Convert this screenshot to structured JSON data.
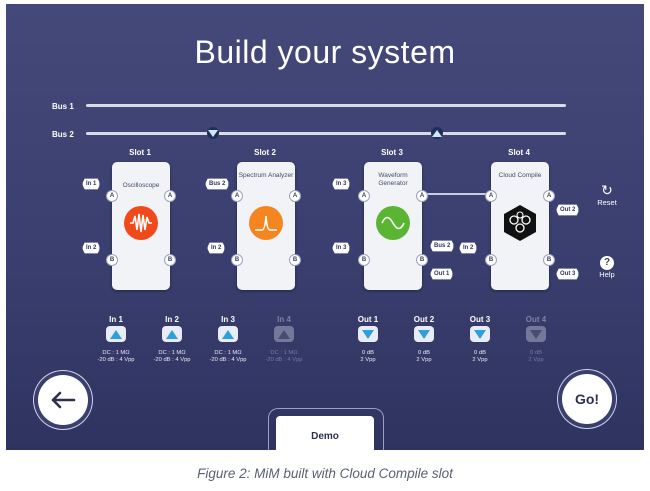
{
  "title": "Build your system",
  "buses": [
    {
      "label": "Bus 1"
    },
    {
      "label": "Bus 2"
    }
  ],
  "slots": [
    {
      "label": "Slot 1",
      "name": "Oscilloscope",
      "icon": "oscilloscope-icon",
      "color": "#f04a1a",
      "tags": [
        "In 1",
        "In 2"
      ],
      "ports": [
        "A",
        "B",
        "A",
        "B"
      ]
    },
    {
      "label": "Slot 2",
      "name": "Spectrum Analyzer",
      "icon": "spectrum-icon",
      "color": "#f5861f",
      "tags": [
        "Bus 2",
        "In 2"
      ],
      "ports": [
        "A",
        "B",
        "A",
        "B"
      ]
    },
    {
      "label": "Slot 3",
      "name": "Waveform Generator",
      "icon": "sine-wave-icon",
      "color": "#5ab534",
      "tags": [
        "In 3",
        "In 3",
        "Bus 2",
        "Out 1"
      ],
      "ports": [
        "A",
        "B",
        "A",
        "B"
      ]
    },
    {
      "label": "Slot 4",
      "name": "Cloud Compile",
      "icon": "cloud-compile-icon",
      "color": "#111111",
      "tags": [
        "In 2",
        "Out 2",
        "Out 3"
      ],
      "ports": [
        "A",
        "B",
        "A",
        "B"
      ]
    }
  ],
  "inputs": [
    {
      "label": "In 1",
      "spec1": "DC : 1 MΩ",
      "spec2": "-20 dB : 4 Vpp",
      "enabled": true
    },
    {
      "label": "In 2",
      "spec1": "DC : 1 MΩ",
      "spec2": "-20 dB : 4 Vpp",
      "enabled": true
    },
    {
      "label": "In 3",
      "spec1": "DC : 1 MΩ",
      "spec2": "-20 dB : 4 Vpp",
      "enabled": true
    },
    {
      "label": "In 4",
      "spec1": "DC : 1 MΩ",
      "spec2": "-20 dB : 4 Vpp",
      "enabled": false
    }
  ],
  "outputs": [
    {
      "label": "Out 1",
      "spec1": "0 dB",
      "spec2": "2 Vpp",
      "enabled": true
    },
    {
      "label": "Out 2",
      "spec1": "0 dB",
      "spec2": "2 Vpp",
      "enabled": true
    },
    {
      "label": "Out 3",
      "spec1": "0 dB",
      "spec2": "2 Vpp",
      "enabled": true
    },
    {
      "label": "Out 4",
      "spec1": "0 dB",
      "spec2": "2 Vpp",
      "enabled": false
    }
  ],
  "side": {
    "reset_label": "Reset",
    "help_label": "Help"
  },
  "nav": {
    "go_label": "Go!",
    "demo_label": "Demo"
  },
  "caption": "Figure 2: MiM built with Cloud Compile slot",
  "colors": {
    "background": "#3f4373",
    "accent": "#2e9fd8"
  }
}
